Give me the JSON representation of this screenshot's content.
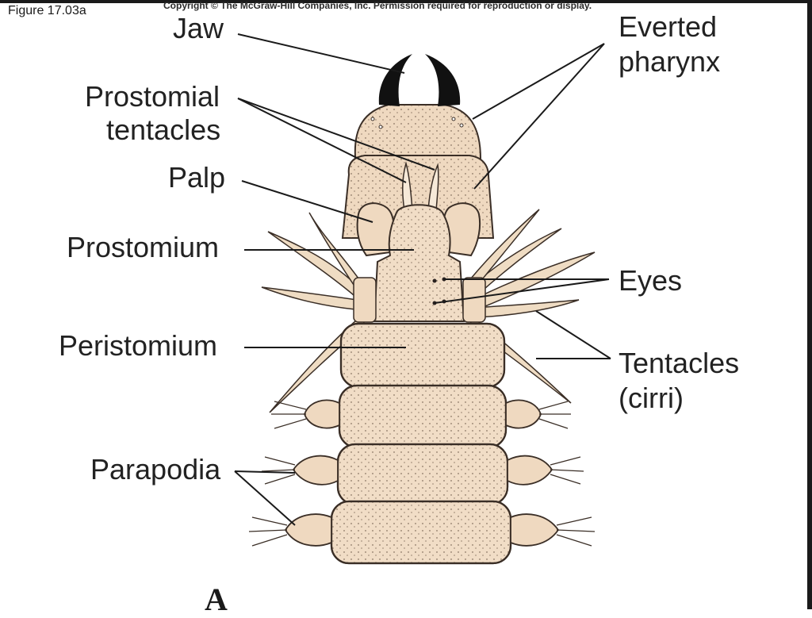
{
  "header": {
    "figure_label": "Figure 17.03a",
    "copyright": "Copyright © The McGraw-Hill Companies, Inc. Permission required for reproduction or display."
  },
  "labels": {
    "jaw": "Jaw",
    "prostomial_tentacles_1": "Prostomial",
    "prostomial_tentacles_2": "tentacles",
    "palp": "Palp",
    "prostomium": "Prostomium",
    "peristomium": "Peristomium",
    "parapodia": "Parapodia",
    "everted_pharynx_1": "Everted",
    "everted_pharynx_2": "pharynx",
    "eyes": "Eyes",
    "tentacles_cirri_1": "Tentacles",
    "tentacles_cirri_2": "(cirri)"
  },
  "panel_letter": "A",
  "colors": {
    "body": "#f1ddc6",
    "body_shade": "#e3c8aa",
    "outline": "#3a2e26",
    "jaw": "#111111",
    "leader": "#1a1a1a"
  }
}
